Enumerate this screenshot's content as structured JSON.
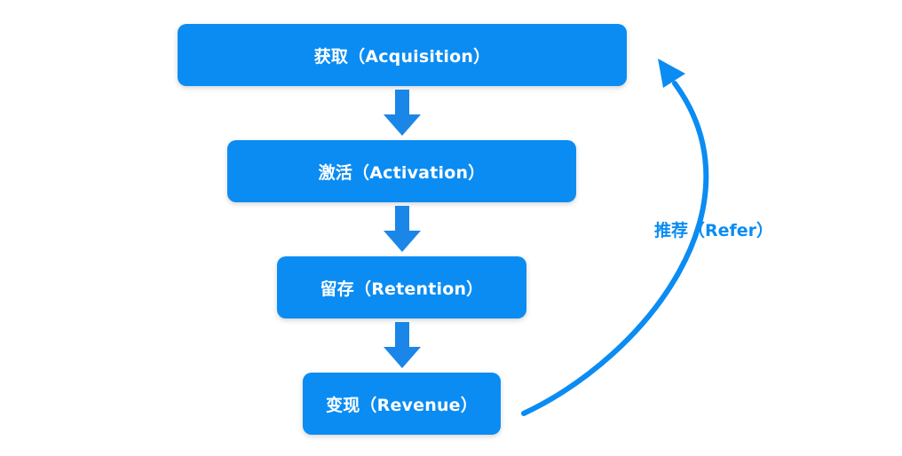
{
  "diagram": {
    "steps": [
      {
        "label": "获取（Acquisition）"
      },
      {
        "label": "激活（Activation）"
      },
      {
        "label": "留存（Retention）"
      },
      {
        "label": "变现（Revenue）"
      }
    ],
    "loop_label": "推荐（Refer）"
  },
  "colors": {
    "box_fill": "#0b8cf2",
    "box_text": "#ffffff",
    "arrow": "#1a86e8",
    "loop": "#0b8cf2"
  }
}
